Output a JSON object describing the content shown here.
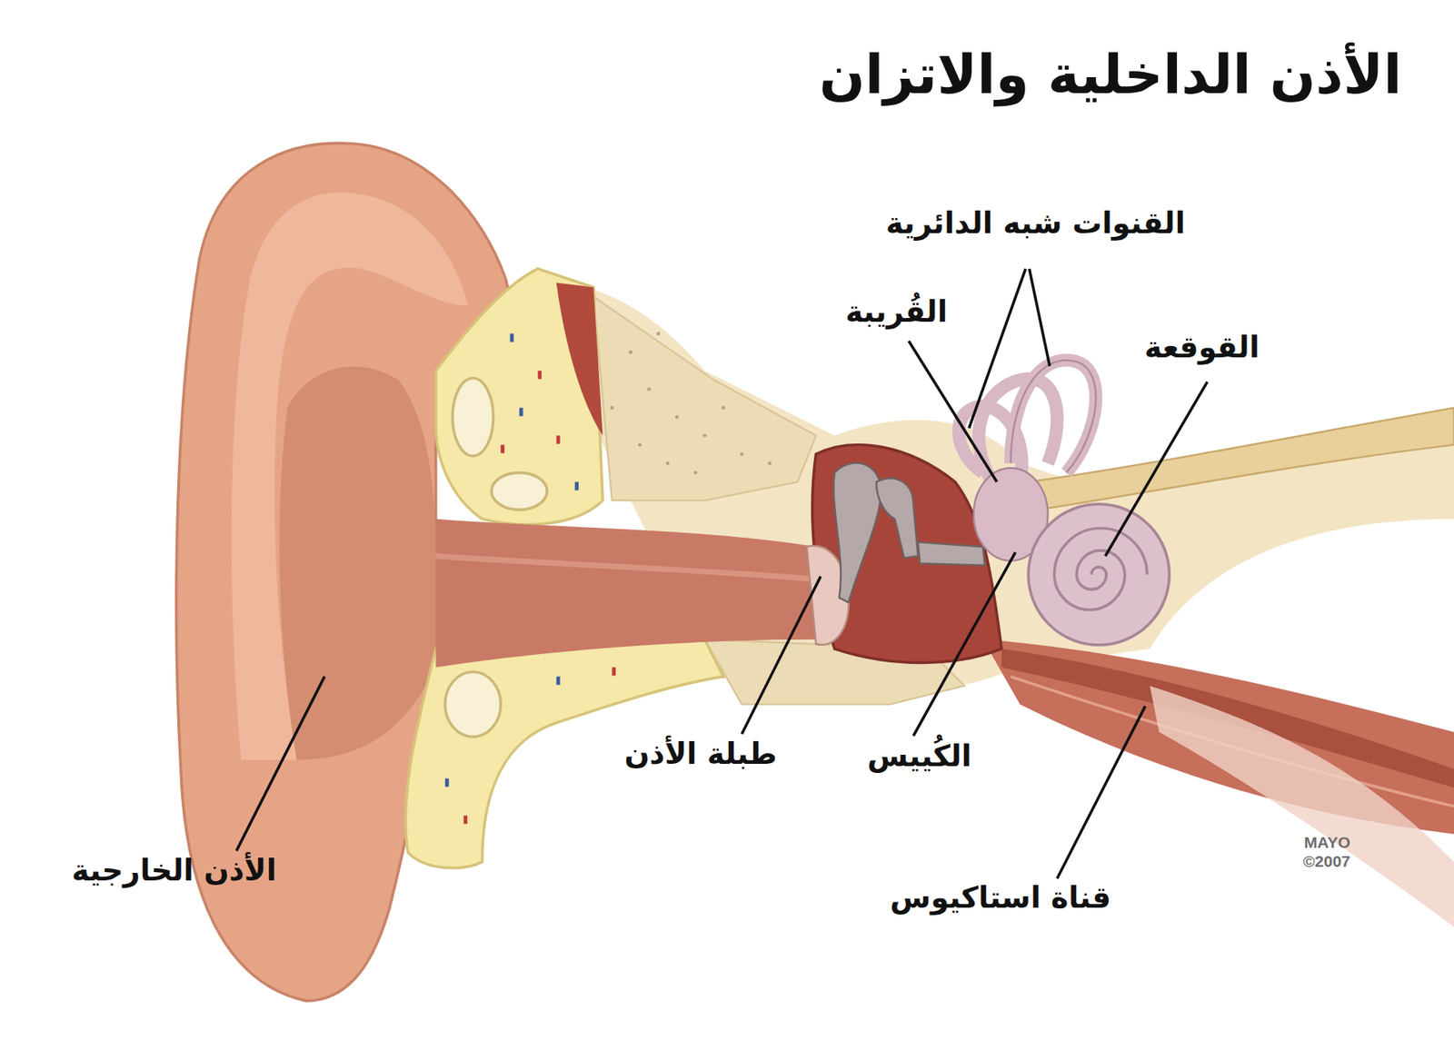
{
  "diagram": {
    "title": "الأذن الداخلية والاتزان",
    "labels": [
      "القنوات شبه الدائرية",
      "القُريبة",
      "القوقعة",
      "طبلة الأذن",
      "الكُييس",
      "قناة استاكيوس",
      "الأذن الخارجية",
      "MAYO",
      "©2007"
    ]
  }
}
